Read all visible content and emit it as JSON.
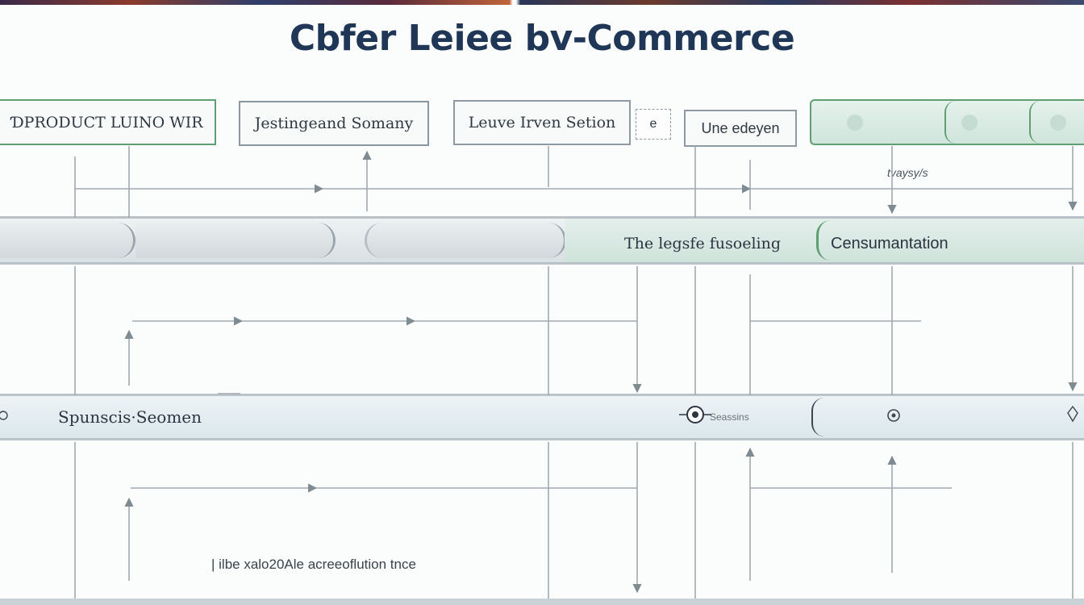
{
  "title": "Cbfer Leiee bv-Commerce",
  "boxes": {
    "product": "ƊPRODUCT LUINO WIR",
    "summary": "Jestingeand Somany",
    "leave": "Leuve Irven Setion",
    "small_icon": "e",
    "edeyen": "Une edeyen"
  },
  "annotations": {
    "arrow_note": "tvaysy/s",
    "footer": "| ilbe xalo20Ale acreeoflution tnce"
  },
  "bands": {
    "upper_left_label": "The legsfe fusoeling",
    "upper_right_label": "Censumantation",
    "middle_label": "Spunscis·Seomen",
    "middle_center_label": "Seassins"
  },
  "icons": [
    "bug-icon",
    "leaf-icon",
    "gear-icon",
    "node-icon",
    "pin-icon"
  ],
  "colors": {
    "title": "#1f3657",
    "green_border": "#5f9e72",
    "gray_border": "#8b97a0",
    "lines": "#9aa3a9"
  }
}
